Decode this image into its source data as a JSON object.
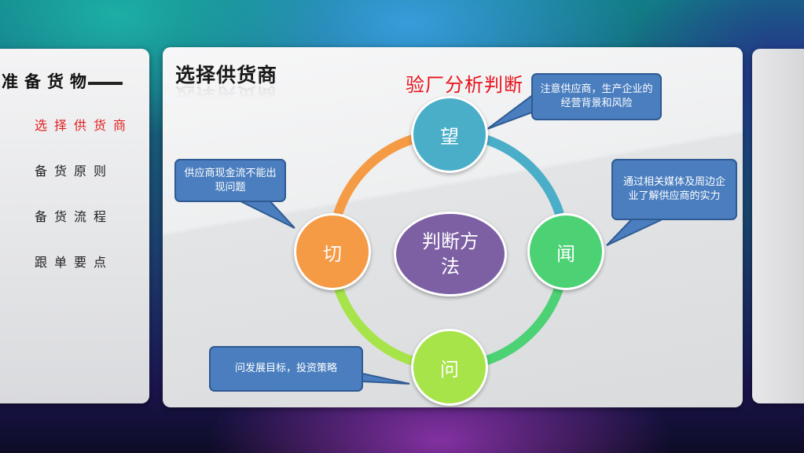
{
  "sidebar": {
    "title": "准备货物",
    "items": [
      {
        "label": "选择供货商",
        "active": true
      },
      {
        "label": "备货原则",
        "active": false
      },
      {
        "label": "备货流程",
        "active": false
      },
      {
        "label": "跟单要点",
        "active": false
      }
    ]
  },
  "main": {
    "title": "选择供货商",
    "diagram_title": "验厂分析判断",
    "center": "判断方法",
    "nodes": {
      "wang": "望",
      "wen_listen": "闻",
      "wen_ask": "问",
      "qie": "切"
    },
    "callouts": {
      "wang": "注意供应商，生产企业的经营背景和风险",
      "wen_listen": "通过相关媒体及周边企业了解供应商的实力",
      "wen_ask": "问发展目标，投资策略",
      "qie": "供应商现金流不能出现问题"
    }
  },
  "colors": {
    "wang": "#4aaec8",
    "wen_listen": "#4cd174",
    "wen_ask": "#a7e44a",
    "qie": "#f59a45",
    "center": "#7d5fa3",
    "callout": "#4a7ebf",
    "accent_red": "#e8131c"
  }
}
